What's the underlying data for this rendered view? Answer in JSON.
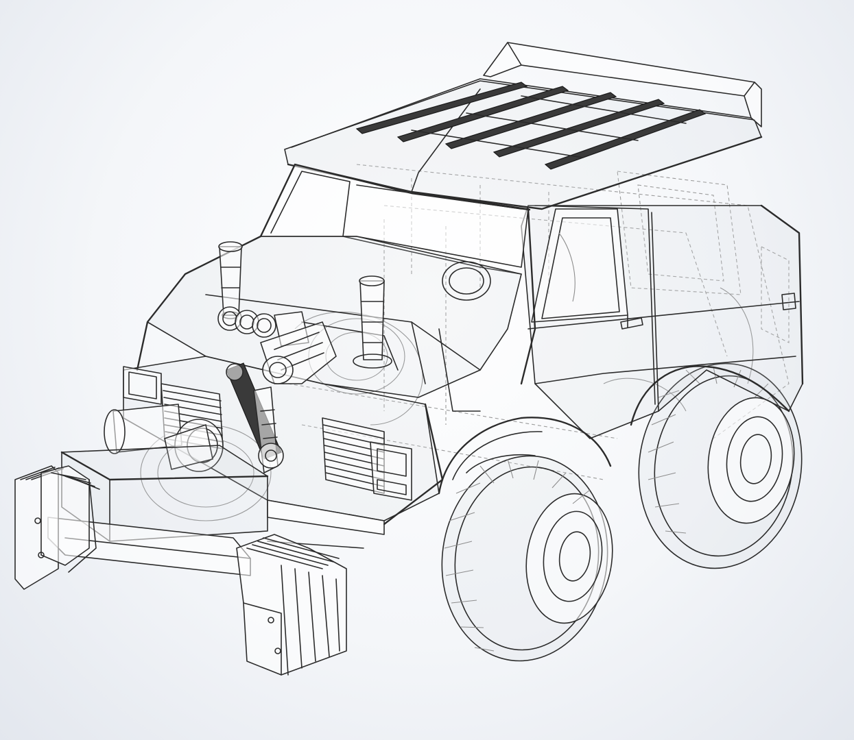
{
  "view": {
    "background": "#eef1f5",
    "line_color": "#2b2b2b",
    "hidden_line_color": "#9a9a9a"
  },
  "components": [
    "roof-spoiler",
    "roof-rack",
    "windshield",
    "side-window",
    "sliding-door",
    "hood",
    "snorkel",
    "intake-stack",
    "gauge-cluster",
    "supercharger",
    "belt-drive",
    "grille",
    "headlight",
    "air-tanks",
    "front-bumper",
    "bumper-plates",
    "front-wheel",
    "rear-wheel",
    "rear-fender"
  ]
}
